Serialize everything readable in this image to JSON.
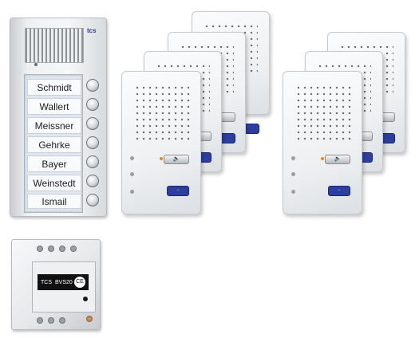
{
  "door_station": {
    "brand_logo": "tcs",
    "names": [
      "Schmidt",
      "Wallert",
      "Meissner",
      "Gehrke",
      "Bayer",
      "Weinstedt",
      "Ismail"
    ]
  },
  "handset": {
    "speaker_icon": "speaker-icon",
    "door_icon": "key-icon"
  },
  "power_supply": {
    "brand": "TCS",
    "model_text": "BVS20",
    "ce_mark": "CE"
  }
}
